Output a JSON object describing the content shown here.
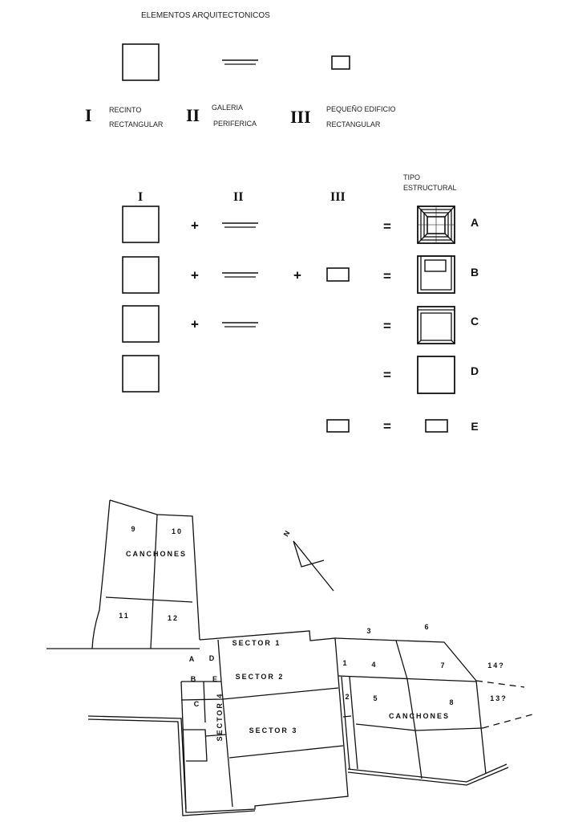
{
  "legend": {
    "title": "ELEMENTOS  ARQUITECTONICOS",
    "elements": [
      {
        "numeral": "I",
        "line1": "RECINTO",
        "line2": "RECTANGULAR"
      },
      {
        "numeral": "II",
        "line1": "GALERIA",
        "line2": "PERIFERICA"
      },
      {
        "numeral": "III",
        "line1": "PEQUEÑO EDIFICIO",
        "line2": "RECTANGULAR"
      }
    ]
  },
  "composition": {
    "headers": [
      "I",
      "II",
      "III"
    ],
    "type_header_1": "TIPO",
    "type_header_2": "ESTRUCTURAL",
    "plus": "+",
    "equals": "=",
    "types": [
      "A",
      "B",
      "C",
      "D",
      "E"
    ]
  },
  "map": {
    "north": "N",
    "canchones_north": [
      "9",
      "10",
      "11",
      "12"
    ],
    "canchones_label": "CANCHONES",
    "sectors": [
      "SECTOR 1",
      "SECTOR 2",
      "SECTOR 3",
      "SECTOR 4"
    ],
    "sector4_rooms": [
      "A",
      "B",
      "C",
      "D",
      "E"
    ],
    "small_rooms": [
      "1",
      "2"
    ],
    "canchones_east": [
      "3",
      "4",
      "5",
      "6",
      "7",
      "8",
      "14?",
      "13?"
    ],
    "canchones_label_east": "CANCHONES"
  }
}
